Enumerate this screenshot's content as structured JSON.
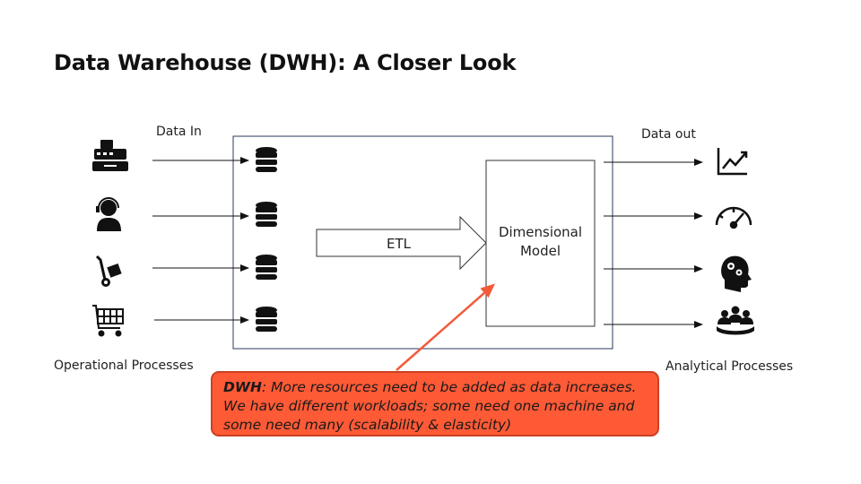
{
  "title": "Data Warehouse (DWH): A Closer Look",
  "labels": {
    "data_in": "Data In",
    "data_out": "Data out",
    "operational": "Operational Processes",
    "analytical": "Analytical Processes",
    "etl": "ETL",
    "model_line1": "Dimensional",
    "model_line2": "Model"
  },
  "callout": {
    "bold": "DWH",
    "text": ": More resources need to be added as data increases. We have different workloads; some need one machine and some need many (scalability & elasticity)"
  },
  "icons": {
    "sources": [
      "cash-register-icon",
      "call-center-agent-icon",
      "hand-truck-icon",
      "shopping-cart-icon"
    ],
    "stores": [
      "database-icon",
      "database-icon",
      "database-icon",
      "database-icon"
    ],
    "outputs": [
      "line-chart-icon",
      "speedometer-icon",
      "head-gears-icon",
      "team-icon"
    ]
  },
  "colors": {
    "callout_bg": "#ff5a36",
    "callout_arrow": "#f25a3a",
    "box_border": "#2a3a5c"
  }
}
